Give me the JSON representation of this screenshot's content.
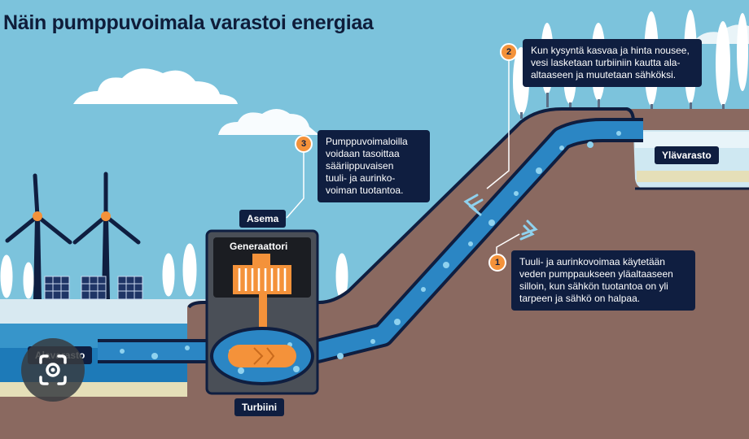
{
  "title": "Näin pumppuvoimala varastoi energiaa",
  "callouts": {
    "c1": {
      "number": "1",
      "lines": [
        "Tuuli- ja aurinkovoimaa käytetään",
        "veden pumppaukseen yläaltaaseen",
        "silloin, kun sähkön tuotantoa on yli",
        "tarpeen ja sähkö on halpaa."
      ]
    },
    "c2": {
      "number": "2",
      "lines": [
        "Kun kysyntä kasvaa ja hinta nousee,",
        "vesi lasketaan turbiiniin kautta ala-",
        "altaaseen ja muutetaan sähköksi."
      ]
    },
    "c3": {
      "number": "3",
      "lines": [
        "Pumppuvoimaloilla",
        "voidaan tasoittaa",
        "sääriippuvaisen",
        "tuuli- ja aurinko-",
        "voiman tuotantoa."
      ]
    }
  },
  "labels": {
    "asema": "Asema",
    "generaattori": "Generaattori",
    "turbiini": "Turbiini",
    "ylavarasto": "Ylävarasto",
    "alavarasto": "Alavarasto"
  },
  "icons": {
    "flow_down": "double-chevron-down-left-icon",
    "flow_up": "double-chevron-up-right-icon",
    "lens": "visual-search-lens-icon"
  },
  "colors": {
    "sky": "#7cc3dc",
    "ground": "#8a6960",
    "ground_edge": "#0f1e40",
    "water": "#1d7ab8",
    "pipe": "#2b86c4",
    "callout_bg": "#0f1e40",
    "accent_orange": "#f4923a",
    "station": "#4a4f57"
  }
}
